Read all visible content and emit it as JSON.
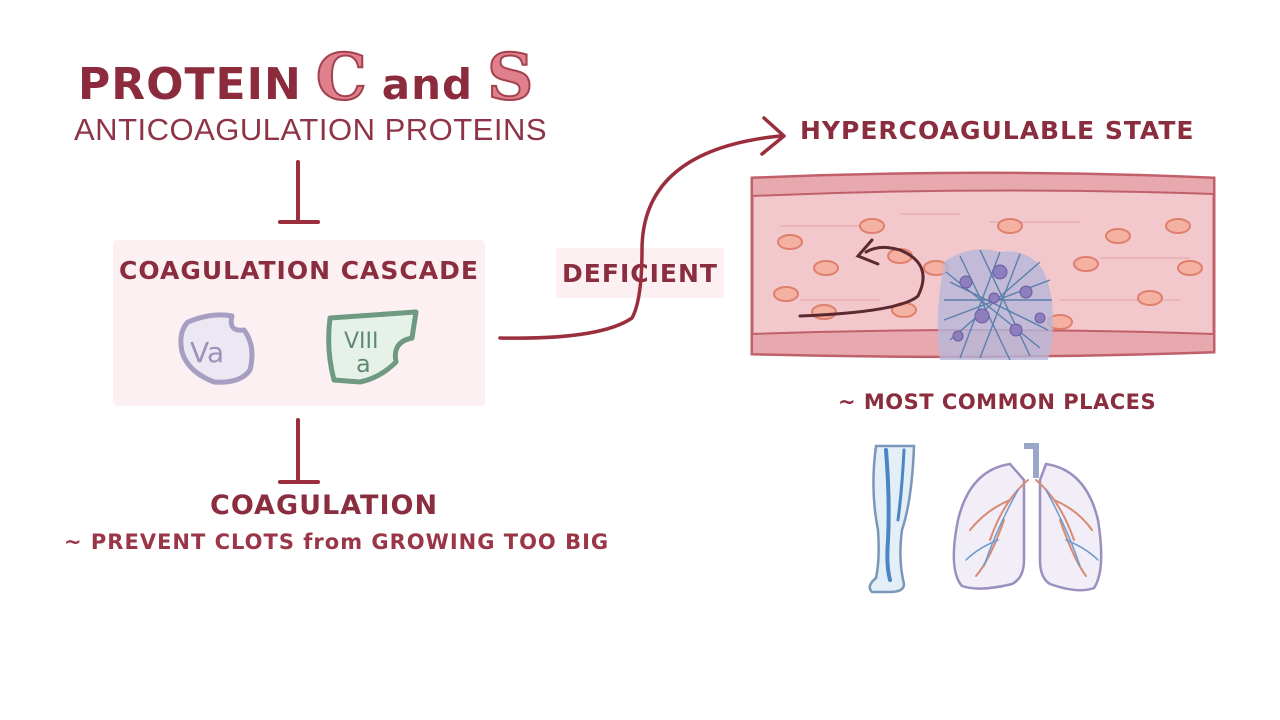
{
  "title": {
    "word_protein": "PROTEIN",
    "letter_c": "C",
    "word_and": "and",
    "letter_s": "S"
  },
  "subtitle": "ANTICOAGULATION PROTEINS",
  "cascade": {
    "label": "COAGULATION CASCADE",
    "factor_va": "Va",
    "factor_viiia_top": "VIII",
    "factor_viiia_bottom": "a"
  },
  "deficient": "DEFICIENT",
  "result": "HYPERCOAGULABLE STATE",
  "coagulation": {
    "label": "COAGULATION",
    "note": "~ PREVENT CLOTS from GROWING TOO BIG"
  },
  "places": "~ MOST COMMON PLACES",
  "colors": {
    "text": "#8a2d3e",
    "accent": "#e0808c",
    "box": "#fdf0f2",
    "vessel_wall": "#e8a9ae",
    "vessel_lumen": "#f2c8cc",
    "rbc": "#f09a86",
    "clot": "#6f86b8",
    "factor_va": "#a49cc0",
    "factor_viiia": "#6f9a82"
  },
  "icons": [
    "inhibit-bar-icon",
    "curved-arrow-icon",
    "blood-vessel-illustration",
    "leg-illustration",
    "lungs-illustration"
  ]
}
